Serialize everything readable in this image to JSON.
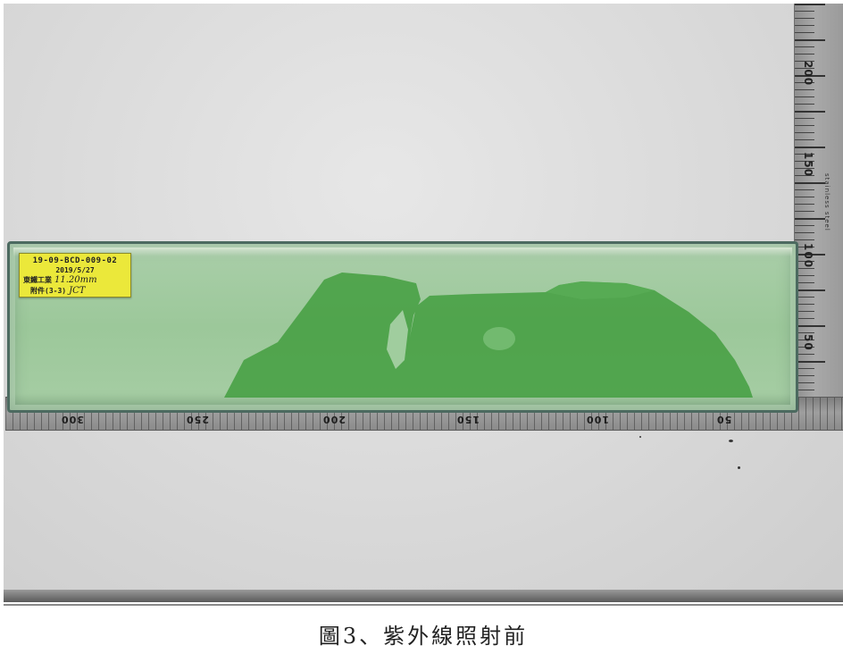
{
  "caption": "圖3、紫外線照射前",
  "specimen_label": {
    "line1": "19-09-BCD-009-02",
    "line2": "2019/5/27",
    "line3_print": "東鐵工業",
    "line3_hand": "11.20mm",
    "line4_print": "附件(3-3)",
    "line4_hand": "JCT"
  },
  "ruler_vertical": {
    "labels": [
      "200",
      "150",
      "100",
      "50"
    ],
    "brand": "stainless steel"
  },
  "ruler_horizontal": {
    "labels": [
      "300",
      "250",
      "200",
      "150",
      "100",
      "50"
    ]
  },
  "colors": {
    "glass": "#9cc89a",
    "stain": "#3f9c3c",
    "label": "#ebe83a",
    "background": "#d9d9d9"
  }
}
